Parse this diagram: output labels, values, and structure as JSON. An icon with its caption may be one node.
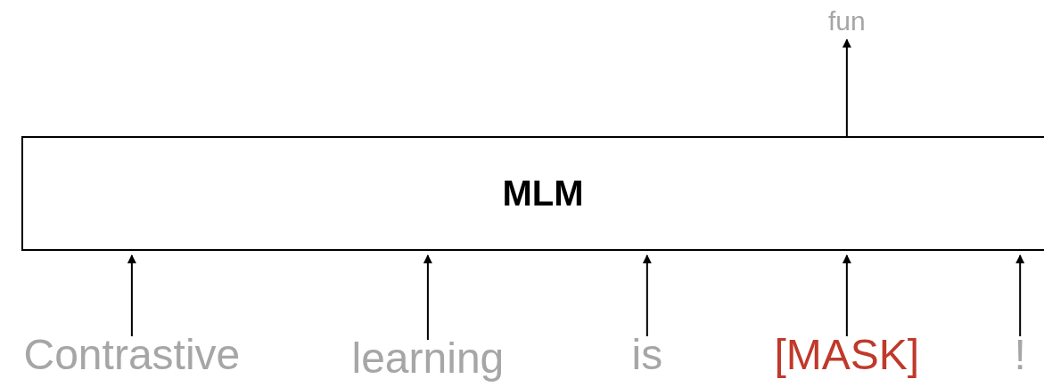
{
  "diagram": {
    "nodes": [
      {
        "text": [
          "MLM"
        ]
      },
      {
        "text": [
          "Contrastive"
        ]
      },
      {
        "text": [
          "learning"
        ]
      },
      {
        "text": [
          "is"
        ]
      },
      {
        "text": [
          "[MASK]"
        ]
      },
      {
        "text": [
          "!"
        ]
      },
      {
        "text": [
          "fun"
        ]
      }
    ],
    "edges": [
      {
        "from": 1,
        "to": 0,
        "arrow": "to"
      },
      {
        "from": 2,
        "to": 0,
        "arrow": "to"
      },
      {
        "from": 3,
        "to": 0,
        "arrow": "to"
      },
      {
        "from": 4,
        "to": 0,
        "arrow": "to"
      },
      {
        "from": 5,
        "to": 0,
        "arrow": "to"
      },
      {
        "from": 0,
        "to": 6,
        "arrow": "to"
      }
    ]
  }
}
